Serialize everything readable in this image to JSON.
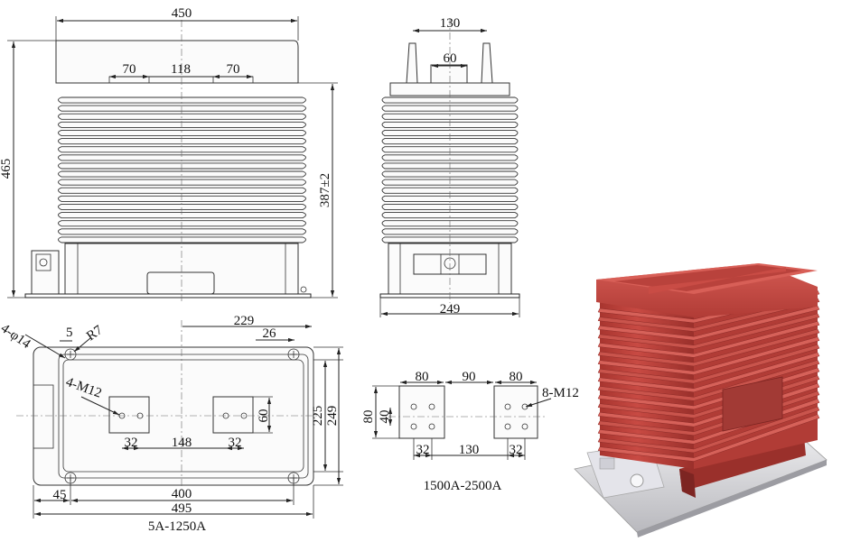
{
  "front_view": {
    "width": "450",
    "height": "465",
    "terminal_spacing_left": "70",
    "terminal_spacing_center": "118",
    "terminal_spacing_right": "70",
    "body_height": "387±2"
  },
  "side_view": {
    "top_width": "130",
    "terminal_width": "60",
    "base_width": "249"
  },
  "bottom_view": {
    "holes": "4-φ14",
    "edge_offset": "5",
    "radius": "R7",
    "half_length": "229",
    "hole_offset": "26",
    "terminal_holes": "4-M12",
    "terminal_height": "60",
    "terminal_pitch_left": "32",
    "terminal_spacing": "148",
    "terminal_pitch_right": "32",
    "mount_depth": "225",
    "overall_depth": "249",
    "end_offset": "45",
    "mount_length": "400",
    "overall_length": "495",
    "caption": "5A-1250A"
  },
  "terminal_detail": {
    "width_left": "80",
    "gap": "90",
    "width_right": "80",
    "holes": "8-M12",
    "height": "80",
    "hole_pitch_v": "40",
    "pitch_left": "32",
    "center_distance": "130",
    "pitch_right": "32",
    "caption": "1500A-2500A"
  },
  "colors": {
    "product_body": "#c0433e",
    "product_shadow": "#8e2c29",
    "product_highlight": "#dd6a63",
    "base_metal": "#d9d9dc"
  }
}
